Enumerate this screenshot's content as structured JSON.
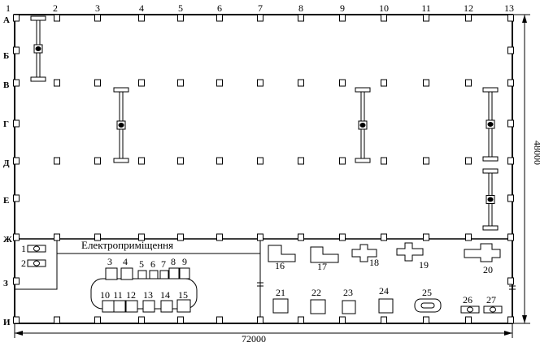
{
  "axes": {
    "numbers": [
      "1",
      "2",
      "3",
      "4",
      "5",
      "6",
      "7",
      "8",
      "9",
      "10",
      "11",
      "12",
      "13"
    ],
    "letters": [
      "А",
      "Б",
      "В",
      "Г",
      "Д",
      "Е",
      "Ж",
      "З",
      "И"
    ]
  },
  "dimensions": {
    "width": "72000",
    "height": "48000"
  },
  "room_label": "Електроприміщення",
  "equipment": [
    "1",
    "2",
    "3",
    "4",
    "5",
    "6",
    "7",
    "8",
    "9",
    "10",
    "11",
    "12",
    "13",
    "14",
    "15",
    "16",
    "17",
    "18",
    "19",
    "20",
    "21",
    "22",
    "23",
    "24",
    "25",
    "26",
    "27"
  ]
}
